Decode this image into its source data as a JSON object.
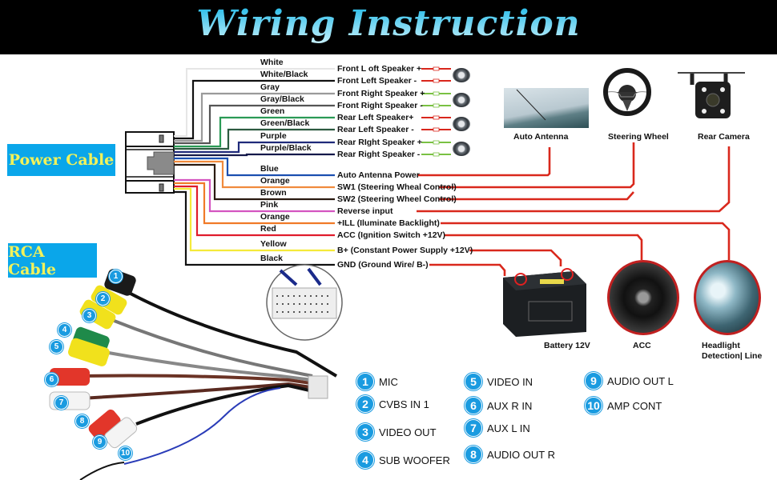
{
  "title": "Wiring Instruction",
  "cable_labels": {
    "power": "Power Cable",
    "rca": "RCA Cable"
  },
  "speaker_wires": [
    {
      "color_name": "White",
      "function": "Front L oft Speaker +",
      "wire_color": "#e6e6e6",
      "lead_color": "#d9261c"
    },
    {
      "color_name": "White/Black",
      "function": "Front Left Speaker -",
      "wire_color": "#111111",
      "lead_color": "#d9261c"
    },
    {
      "color_name": "Gray",
      "function": "Front Right Speaker +",
      "wire_color": "#9a9a9a",
      "lead_color": "#7ac143"
    },
    {
      "color_name": "Gray/Black",
      "function": "Front Right Speaker -",
      "wire_color": "#555555",
      "lead_color": "#7ac143"
    },
    {
      "color_name": "Green",
      "function": "Rear Left Speaker+",
      "wire_color": "#2a9a55",
      "lead_color": "#d9261c"
    },
    {
      "color_name": "Green/Black",
      "function": "Rear Left Speaker -",
      "wire_color": "#2c5a40",
      "lead_color": "#d9261c"
    },
    {
      "color_name": "Purple",
      "function": "Rear RIght Speaker +",
      "wire_color": "#1f2a7a",
      "lead_color": "#7ac143"
    },
    {
      "color_name": "Purple/Black",
      "function": "Rear Right Speaker -",
      "wire_color": "#14184a",
      "lead_color": "#7ac143"
    }
  ],
  "power_wires": [
    {
      "color_name": "Blue",
      "function": "Auto Antenna Power",
      "wire_color": "#1b4fb0"
    },
    {
      "color_name": "Orange",
      "function": "SW1 (Steering Wheal Control)",
      "wire_color": "#f08a3c"
    },
    {
      "color_name": "Brown",
      "function": "SW2 (Steering Wheel Control)",
      "wire_color": "#2a1a10"
    },
    {
      "color_name": "Pink",
      "function": "Reverse input",
      "wire_color": "#d455c0"
    },
    {
      "color_name": "Orange",
      "function": "+ILL (Iluminate Backlight)",
      "wire_color": "#f07a28"
    },
    {
      "color_name": "Red",
      "function": "ACC (Ignition Switch +12V)",
      "wire_color": "#e01c2c"
    },
    {
      "color_name": "Yellow",
      "function": "B+ (Constant Power Supply +12V)",
      "wire_color": "#f5ea3a"
    },
    {
      "color_name": "Black",
      "function": "GND (Ground Wire/ B-)",
      "wire_color": "#111111"
    }
  ],
  "devices": {
    "auto_antenna": "Auto Antenna",
    "steering_wheel": "Steering Wheel",
    "rear_camera": "Rear Camera",
    "battery": "Battery 12V",
    "acc": "ACC",
    "headlight_line1": "Headlight",
    "headlight_line2": "Detection| Line"
  },
  "rca_legend": [
    {
      "num": "1",
      "label": "MIC"
    },
    {
      "num": "2",
      "label": "CVBS IN 1"
    },
    {
      "num": "3",
      "label": "VIDEO OUT"
    },
    {
      "num": "4",
      "label": "SUB WOOFER"
    },
    {
      "num": "5",
      "label": "VIDEO IN"
    },
    {
      "num": "6",
      "label": "AUX R IN"
    },
    {
      "num": "7",
      "label": "AUX L IN"
    },
    {
      "num": "8",
      "label": "AUDIO OUT R"
    },
    {
      "num": "9",
      "label": "AUDIO OUT L"
    },
    {
      "num": "10",
      "label": "AMP CONT"
    }
  ],
  "connection_color": "#d9281c",
  "accent_color": "#0aa6ea"
}
